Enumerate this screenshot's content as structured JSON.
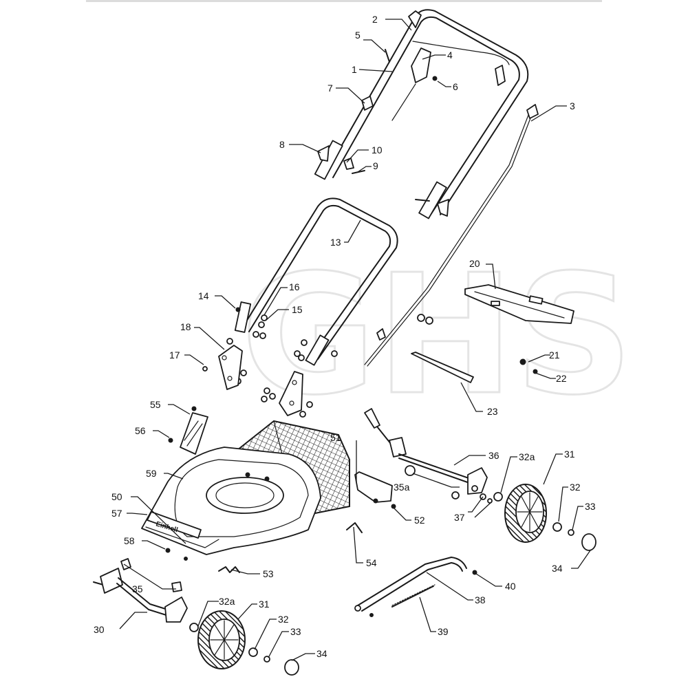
{
  "watermark": "GHS",
  "brand_label": "Einhell",
  "part_labels": [
    {
      "id": "1",
      "text": "1"
    },
    {
      "id": "2",
      "text": "2"
    },
    {
      "id": "3",
      "text": "3"
    },
    {
      "id": "4",
      "text": "4"
    },
    {
      "id": "5",
      "text": "5"
    },
    {
      "id": "6",
      "text": "6"
    },
    {
      "id": "7",
      "text": "7"
    },
    {
      "id": "8",
      "text": "8"
    },
    {
      "id": "9",
      "text": "9"
    },
    {
      "id": "10",
      "text": "10"
    },
    {
      "id": "13",
      "text": "13"
    },
    {
      "id": "14",
      "text": "14"
    },
    {
      "id": "15",
      "text": "15"
    },
    {
      "id": "16",
      "text": "16"
    },
    {
      "id": "17",
      "text": "17"
    },
    {
      "id": "18",
      "text": "18"
    },
    {
      "id": "20",
      "text": "20"
    },
    {
      "id": "21",
      "text": "21"
    },
    {
      "id": "22",
      "text": "22"
    },
    {
      "id": "23",
      "text": "23"
    },
    {
      "id": "30",
      "text": "30"
    },
    {
      "id": "31a",
      "text": "31"
    },
    {
      "id": "31b",
      "text": "31"
    },
    {
      "id": "32a-right",
      "text": "32a"
    },
    {
      "id": "32a-left",
      "text": "32a"
    },
    {
      "id": "32-right",
      "text": "32"
    },
    {
      "id": "32-left",
      "text": "32"
    },
    {
      "id": "33-right",
      "text": "33"
    },
    {
      "id": "33-left",
      "text": "33"
    },
    {
      "id": "34-right",
      "text": "34"
    },
    {
      "id": "34-left",
      "text": "34"
    },
    {
      "id": "35",
      "text": "35"
    },
    {
      "id": "35a",
      "text": "35a"
    },
    {
      "id": "36",
      "text": "36"
    },
    {
      "id": "37",
      "text": "37"
    },
    {
      "id": "38",
      "text": "38"
    },
    {
      "id": "39",
      "text": "39"
    },
    {
      "id": "40",
      "text": "40"
    },
    {
      "id": "50",
      "text": "50"
    },
    {
      "id": "51",
      "text": "51"
    },
    {
      "id": "52",
      "text": "52"
    },
    {
      "id": "53",
      "text": "53"
    },
    {
      "id": "54",
      "text": "54"
    },
    {
      "id": "55",
      "text": "55"
    },
    {
      "id": "56",
      "text": "56"
    },
    {
      "id": "57",
      "text": "57"
    },
    {
      "id": "58",
      "text": "58"
    },
    {
      "id": "59",
      "text": "59"
    }
  ]
}
